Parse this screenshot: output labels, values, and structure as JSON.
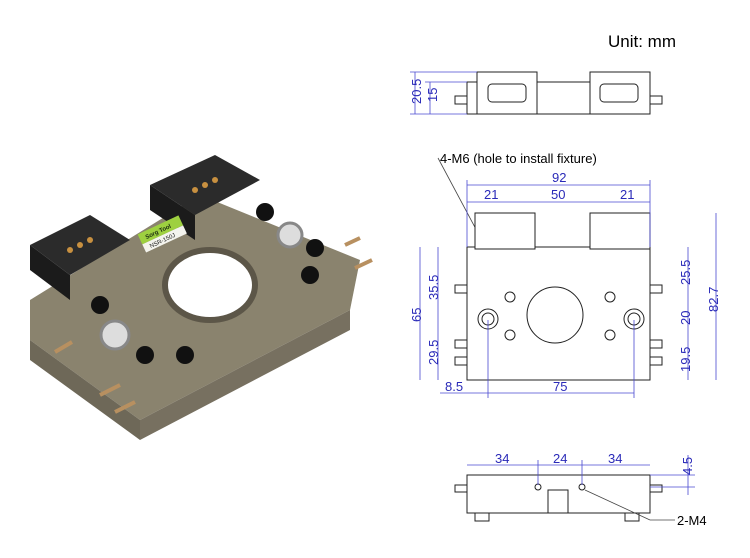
{
  "unit_label": "Unit: mm",
  "top_view": {
    "dims": [
      "20.5",
      "15"
    ]
  },
  "front_view": {
    "callout": "4-M6 (hole to install fixture)",
    "dims_top": [
      "92",
      "21",
      "50",
      "21"
    ],
    "dims_left": [
      "65",
      "35.5",
      "29.5"
    ],
    "dims_right": [
      "25.5",
      "20",
      "19.5",
      "82.7"
    ],
    "dims_bottom": [
      "8.5",
      "75"
    ]
  },
  "bottom_view": {
    "dims_top": [
      "34",
      "24",
      "34"
    ],
    "dims_right": [
      "4.5"
    ],
    "callout": "2-M4"
  },
  "photo": {
    "label_text": [
      "Sorg Tool",
      "NSR-150J"
    ]
  }
}
